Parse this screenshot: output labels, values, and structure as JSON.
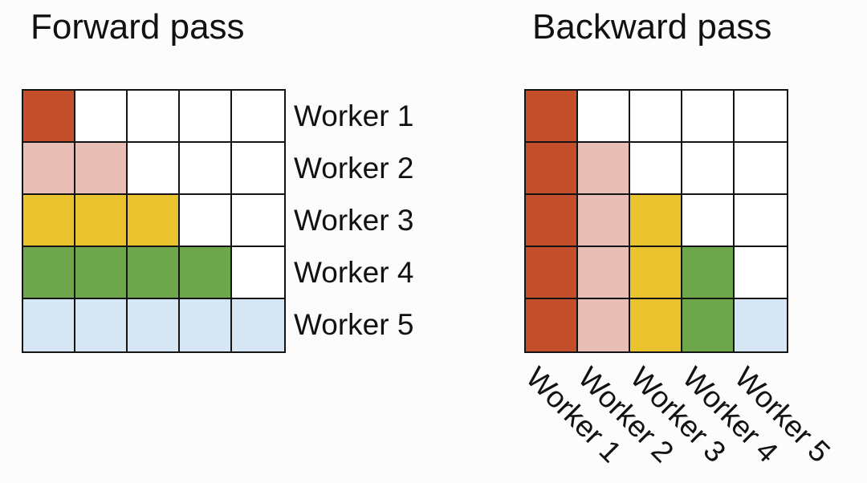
{
  "diagram": {
    "background": "#FCFCFC",
    "line_color": "#141414",
    "text_color": "#111111",
    "cell_colors": {
      "red": "#C44F2A",
      "pink": "#E9BEB6",
      "yellow": "#EAC42F",
      "green": "#6EA64B",
      "blue": "#D6E6F4",
      "empty": "#FFFFFF"
    },
    "forward": {
      "title": "Forward pass",
      "row_labels": [
        "Worker 1",
        "Worker 2",
        "Worker 3",
        "Worker 4",
        "Worker 5"
      ],
      "grid": [
        [
          "red",
          "empty",
          "empty",
          "empty",
          "empty"
        ],
        [
          "pink",
          "pink",
          "empty",
          "empty",
          "empty"
        ],
        [
          "yellow",
          "yellow",
          "yellow",
          "empty",
          "empty"
        ],
        [
          "green",
          "green",
          "green",
          "green",
          "empty"
        ],
        [
          "blue",
          "blue",
          "blue",
          "blue",
          "blue"
        ]
      ]
    },
    "backward": {
      "title": "Backward pass",
      "col_labels": [
        "Worker 1",
        "Worker 2",
        "Worker 3",
        "Worker 4",
        "Worker 5"
      ],
      "grid": [
        [
          "red",
          "empty",
          "empty",
          "empty",
          "empty"
        ],
        [
          "red",
          "pink",
          "empty",
          "empty",
          "empty"
        ],
        [
          "red",
          "pink",
          "yellow",
          "empty",
          "empty"
        ],
        [
          "red",
          "pink",
          "yellow",
          "green",
          "empty"
        ],
        [
          "red",
          "pink",
          "yellow",
          "green",
          "blue"
        ]
      ]
    }
  }
}
